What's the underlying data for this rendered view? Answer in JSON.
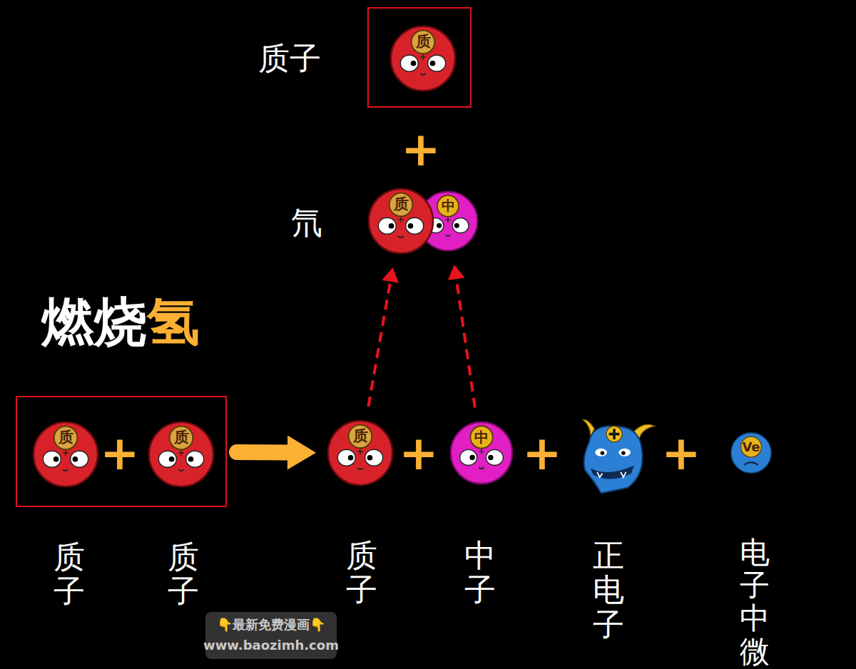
{
  "diagram": {
    "title": "燃烧氢",
    "nodes": [
      {
        "text": [
          "质子"
        ]
      },
      {
        "text": [
          "质"
        ],
        "in": 0
      },
      {
        "text": [
          "质"
        ]
      },
      {
        "text": [
          "中"
        ]
      },
      {
        "text": []
      },
      {
        "text": [
          "质",
          "质子"
        ],
        "in": 4
      },
      {
        "text": [
          "质",
          "质子"
        ],
        "in": 4
      },
      {
        "text": [
          "质",
          "质子"
        ]
      },
      {
        "text": [
          "中",
          "中子"
        ]
      },
      {
        "text": [
          "正电子"
        ]
      },
      {
        "text": [
          "Ve",
          "电子中微"
        ]
      }
    ],
    "edges": [
      {
        "from": 4,
        "to": 7,
        "arrow": "to"
      },
      {
        "from": 7,
        "to": 2,
        "arrow": "to"
      },
      {
        "from": 8,
        "to": 3,
        "arrow": "to"
      }
    ],
    "labels": [
      "+",
      "氘",
      "+",
      "+",
      "+",
      "+",
      "👇最新免费漫画👇",
      "www.baozimh.com"
    ]
  }
}
